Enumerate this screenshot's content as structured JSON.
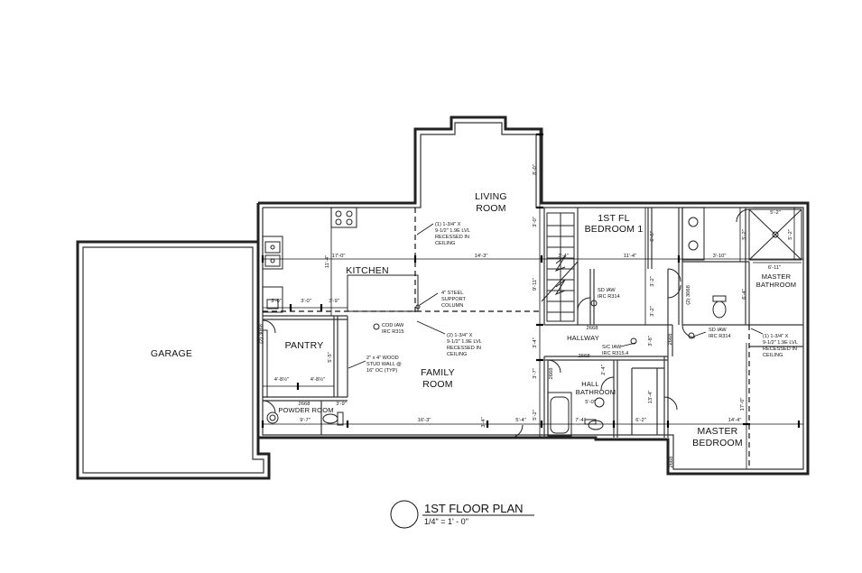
{
  "title_block": {
    "title": "1ST FLOOR PLAN",
    "scale": "1/4\" = 1' - 0\""
  },
  "rooms": {
    "garage": "GARAGE",
    "living_1": "LIVING",
    "living_2": "ROOM",
    "bedroom1_1": "1ST FL",
    "bedroom1_2": "BEDROOM 1",
    "kitchen": "KITCHEN",
    "pantry": "PANTRY",
    "family_1": "FAMILY",
    "family_2": "ROOM",
    "hallway": "HALLWAY",
    "hall_bath_1": "HALL",
    "hall_bath_2": "BATHROOM",
    "powder_room": "POWDER ROOM",
    "master_bath_1": "MASTER",
    "master_bath_2": "BATHROOM",
    "master_bed_1": "MASTER",
    "master_bed_2": "BEDROOM"
  },
  "notes": {
    "lvl_living_1": "(1) 1-3/4\" X",
    "lvl_living_2": "9-1/2\" 1.9E LVL",
    "lvl_living_3": "RECESSED IN",
    "lvl_living_4": "CEILING",
    "column_1": "4\" STEEL",
    "column_2": "SUPPORT",
    "column_3": "COLUMN",
    "lvl_family_1": "(2) 1-3/4\" X",
    "lvl_family_2": "9-1/2\" 1.9E LVL",
    "lvl_family_3": "RECESSED IN",
    "lvl_family_4": "CEILING",
    "cod_1": "COD IAW",
    "cod_2": "IRC R315",
    "stud_1": "2\" x 4\" WOOD",
    "stud_2": "STUD WALL @",
    "stud_3": "16\" OC (TYP)",
    "sd_bed1_1": "SD IAW",
    "sd_bed1_2": "IRC R314",
    "sc_1": "S/C IAW",
    "sc_2": "IRC R315.4",
    "sd_master_1": "SD IAW",
    "sd_master_2": "IRC R314",
    "lvl_master_1": "(1) 1-3/4\" X",
    "lvl_master_2": "9-1/2\" 1.9E LVL",
    "lvl_master_3": "RECESSED IN",
    "lvl_master_4": "CEILING"
  },
  "dimensions": {
    "d_8_0": "8'-0\"",
    "d_3_0_stair": "3'-0\"",
    "d_17_0": "17'-0\"",
    "d_14_3": "14'-3\"",
    "d_11_4h": "11'-4\"",
    "d_11_4v": "11'-4\"",
    "d_3_0a": "3'-0\"",
    "d_3_0b": "3'-0\"",
    "d_3_9": "3'-9\"",
    "d_5_5": "5'-5\"",
    "d_9_11": "9'-11\"",
    "d_3_4a": "3'-4\"",
    "d_3_2a": "3'-2\"",
    "d_3_2b": "3'-2\"",
    "d_3_10": "3'-10\"",
    "d_5_2a": "5'-2\"",
    "d_5_2b": "5'-2\"",
    "d_5_2c": "5'-2\"",
    "d_6_11": "6'-11\"",
    "d_6_4": "6'-4\"",
    "d_6_5": "6'-5\"",
    "d_3068": "(2) 3068",
    "d_2668_bed1": "2668",
    "d_3_4b": "3'-4\"",
    "d_2668_hall": "2668",
    "d_2668_v1": "2668",
    "d_2668_v2": "2668",
    "d_4_8a": "4'-8½\"",
    "d_4_8b": "4'-8½\"",
    "d_2_3068": "(2) 3068",
    "d_2668_powder": "2668",
    "d_9_7": "9'-7\"",
    "d_16_3": "16'-3\"",
    "d_3_4c": "3'-4\"",
    "d_5_4": "5'-4\"",
    "d_5_2d": "5'-2\"",
    "d_7_4": "7'-4\"",
    "d_6_2": "6'-2\"",
    "d_14_4": "14'-4\"",
    "d_13_4": "13'-4\"",
    "d_17_0v": "17'-0\"",
    "d_3_8": "3'-8\"",
    "d_2_4": "2'-4\"",
    "d_5_0": "5'-0\"",
    "d_3_7": "3'-7\"",
    "d_3_9b": "3'-9\"",
    "d_2668_master": "2668"
  }
}
